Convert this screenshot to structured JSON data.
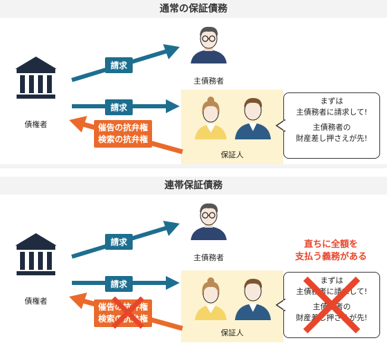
{
  "section1": {
    "title": "通常の保証債務",
    "creditor_label": "債権者",
    "debtor_label": "主債務者",
    "guarantor_label": "保証人",
    "request_label_1": "請求",
    "request_label_2": "請求",
    "defense_line1": "催告の抗弁権",
    "defense_line2": "検索の抗弁権",
    "bubble_line1": "まずは",
    "bubble_line2": "主債務者に請求して!",
    "bubble_line3": "主債務者の",
    "bubble_line4": "財産差し押さえが先!"
  },
  "section2": {
    "title": "連帯保証債務",
    "creditor_label": "債権者",
    "debtor_label": "主債務者",
    "guarantor_label": "保証人",
    "request_label_1": "請求",
    "request_label_2": "請求",
    "defense_line1": "催告の抗弁権",
    "defense_line2": "検索の抗弁権",
    "bubble_line1": "まずは",
    "bubble_line2": "主債務者に請求して!",
    "bubble_line3": "主債務者の",
    "bubble_line4": "財産差し押さえが先!",
    "duty_line1": "直ちに全額を",
    "duty_line2": "支払う義務がある"
  },
  "colors": {
    "navy": "#1f2b3e",
    "teal": "#1d6e8f",
    "orange": "#ea6a2b",
    "yellow_bg": "#fdf3d0",
    "red": "#e8462b"
  }
}
